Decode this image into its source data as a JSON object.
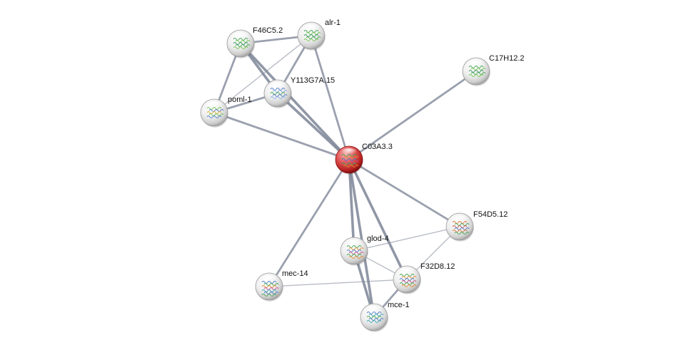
{
  "network": {
    "nodes": [
      {
        "id": "C03A3.3",
        "label": "C03A3.3",
        "query": true,
        "glyph": "mix"
      },
      {
        "id": "F46C5.2",
        "label": "F46C5.2",
        "query": false,
        "glyph": "green-helix"
      },
      {
        "id": "alr-1",
        "label": "alr-1",
        "query": false,
        "glyph": "green-helix"
      },
      {
        "id": "Y113G7A.15",
        "label": "Y113G7A.15",
        "query": false,
        "glyph": "blue-thin"
      },
      {
        "id": "poml-1",
        "label": "poml-1",
        "query": false,
        "glyph": "mix-light"
      },
      {
        "id": "C17H12.2",
        "label": "C17H12.2",
        "query": false,
        "glyph": "green-helix"
      },
      {
        "id": "F54D5.12",
        "label": "F54D5.12",
        "query": false,
        "glyph": "mix-warm"
      },
      {
        "id": "glod-4",
        "label": "glod-4",
        "query": false,
        "glyph": "mix"
      },
      {
        "id": "F32D8.12",
        "label": "F32D8.12",
        "query": false,
        "glyph": "mix"
      },
      {
        "id": "mec-14",
        "label": "mec-14",
        "query": false,
        "glyph": "mix-dense"
      },
      {
        "id": "mce-1",
        "label": "mce-1",
        "query": false,
        "glyph": "mix-blue"
      }
    ],
    "edges": [
      {
        "source": "F46C5.2",
        "target": "alr-1",
        "strength": "medium"
      },
      {
        "source": "F46C5.2",
        "target": "Y113G7A.15",
        "strength": "strong"
      },
      {
        "source": "F46C5.2",
        "target": "poml-1",
        "strength": "medium"
      },
      {
        "source": "F46C5.2",
        "target": "C03A3.3",
        "strength": "strong"
      },
      {
        "source": "alr-1",
        "target": "Y113G7A.15",
        "strength": "medium"
      },
      {
        "source": "alr-1",
        "target": "poml-1",
        "strength": "weak"
      },
      {
        "source": "alr-1",
        "target": "C03A3.3",
        "strength": "medium"
      },
      {
        "source": "Y113G7A.15",
        "target": "poml-1",
        "strength": "medium"
      },
      {
        "source": "Y113G7A.15",
        "target": "C03A3.3",
        "strength": "strong"
      },
      {
        "source": "poml-1",
        "target": "C03A3.3",
        "strength": "medium"
      },
      {
        "source": "C17H12.2",
        "target": "C03A3.3",
        "strength": "medium"
      },
      {
        "source": "C03A3.3",
        "target": "F54D5.12",
        "strength": "medium"
      },
      {
        "source": "C03A3.3",
        "target": "glod-4",
        "strength": "strong"
      },
      {
        "source": "C03A3.3",
        "target": "F32D8.12",
        "strength": "strong"
      },
      {
        "source": "C03A3.3",
        "target": "mce-1",
        "strength": "strong"
      },
      {
        "source": "C03A3.3",
        "target": "mec-14",
        "strength": "medium"
      },
      {
        "source": "glod-4",
        "target": "F54D5.12",
        "strength": "weak"
      },
      {
        "source": "glod-4",
        "target": "F32D8.12",
        "strength": "weak"
      },
      {
        "source": "glod-4",
        "target": "mce-1",
        "strength": "strong"
      },
      {
        "source": "F54D5.12",
        "target": "F32D8.12",
        "strength": "weak"
      },
      {
        "source": "F32D8.12",
        "target": "mce-1",
        "strength": "medium"
      },
      {
        "source": "mec-14",
        "target": "F32D8.12",
        "strength": "weak"
      }
    ],
    "colors": {
      "edge": "#7d8597",
      "query_node": "#c62828",
      "node": "#e6e6e6"
    }
  }
}
